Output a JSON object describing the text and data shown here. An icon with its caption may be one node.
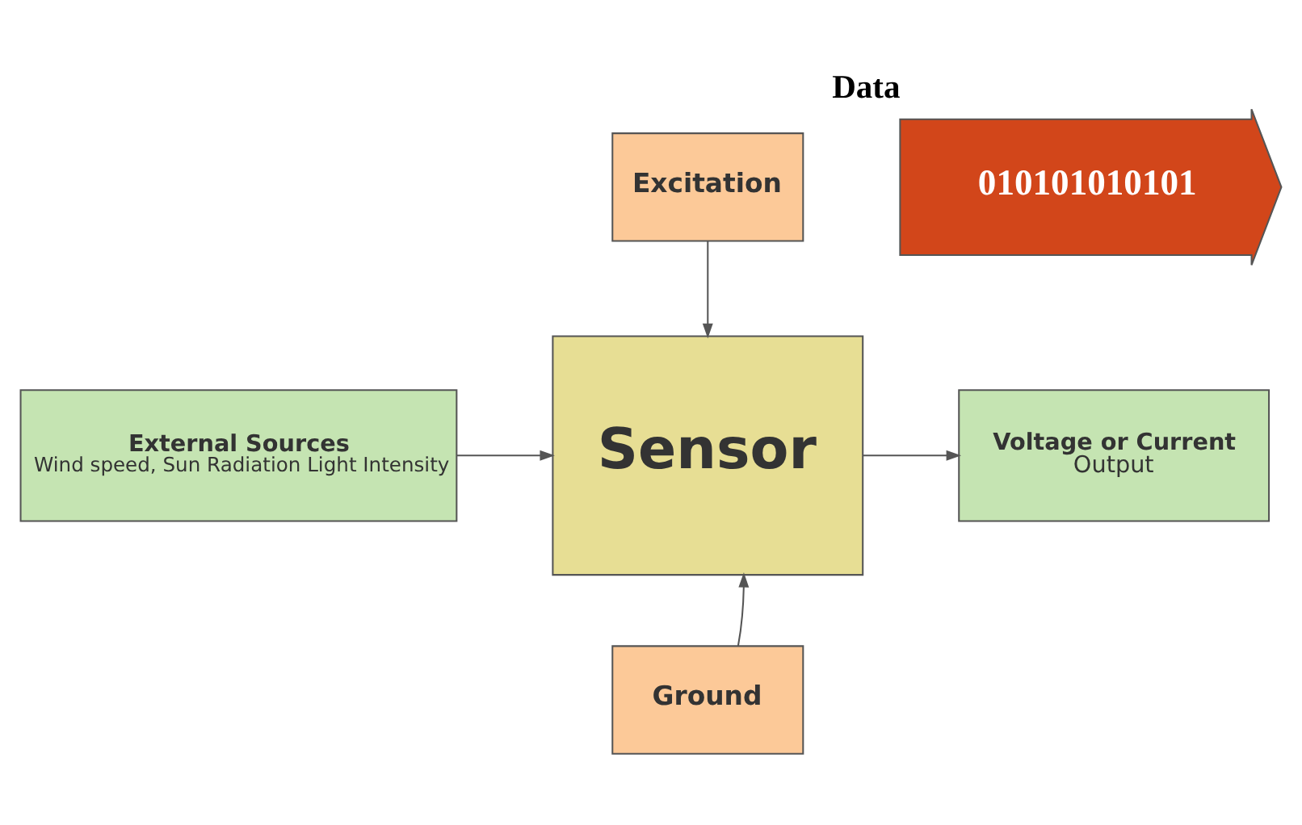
{
  "diagram": {
    "nodes": [
      {
        "text": [
          "Excitation"
        ]
      },
      {
        "text": [
          "010101010101"
        ],
        "beside": [
          "Data"
        ]
      },
      {
        "text": [
          "External Sources",
          "Wind speed, Sun Radiation Light Intensity"
        ]
      },
      {
        "text": [
          "Sensor"
        ]
      },
      {
        "text": [
          "Voltage or Current",
          "Output"
        ]
      },
      {
        "text": [
          "Ground"
        ]
      }
    ],
    "edges": [
      {
        "from": 0,
        "to": 3,
        "arrow": "to"
      },
      {
        "from": 2,
        "to": 3,
        "arrow": "to"
      },
      {
        "from": 3,
        "to": 4,
        "arrow": "to"
      },
      {
        "from": 5,
        "to": 3,
        "arrow": "to"
      }
    ]
  }
}
